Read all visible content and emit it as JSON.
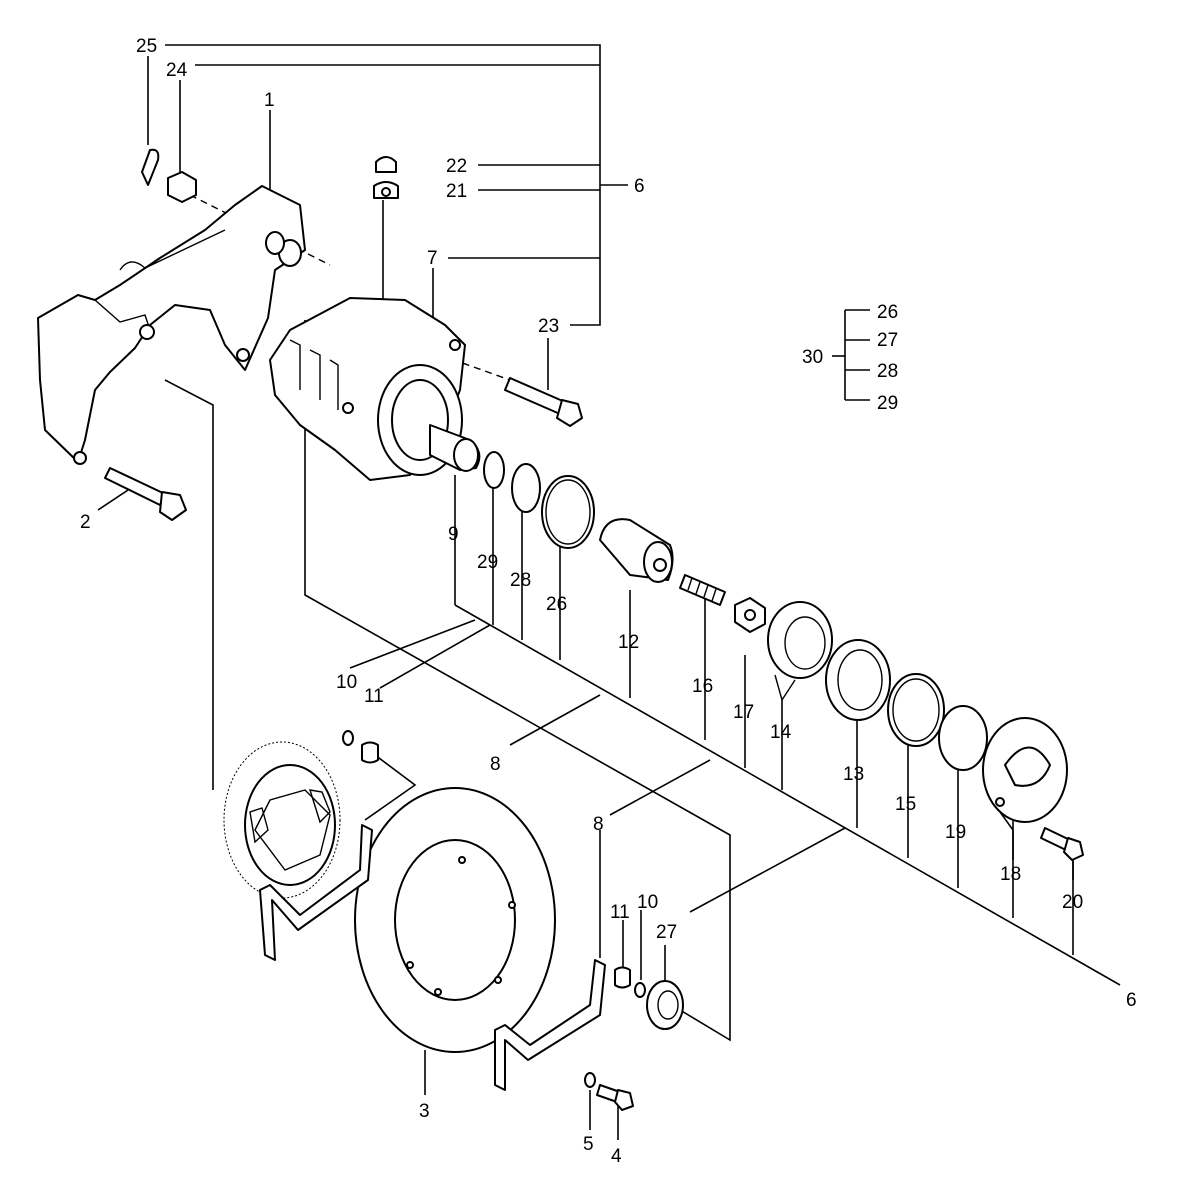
{
  "callouts": {
    "c1": "1",
    "c2": "2",
    "c3": "3",
    "c4": "4",
    "c5": "5",
    "c6a": "6",
    "c6b": "6",
    "c7": "7",
    "c8a": "8",
    "c8b": "8",
    "c9": "9",
    "c10a": "10",
    "c10b": "10",
    "c11a": "11",
    "c11b": "11",
    "c12": "12",
    "c13": "13",
    "c14": "14",
    "c15": "15",
    "c16": "16",
    "c17": "17",
    "c18": "18",
    "c19": "19",
    "c20": "20",
    "c21": "21",
    "c22": "22",
    "c23": "23",
    "c24": "24",
    "c25": "25",
    "c26a": "26",
    "c26b": "26",
    "c27a": "27",
    "c27b": "27",
    "c28a": "28",
    "c28b": "28",
    "c29a": "29",
    "c29b": "29",
    "c30": "30"
  }
}
